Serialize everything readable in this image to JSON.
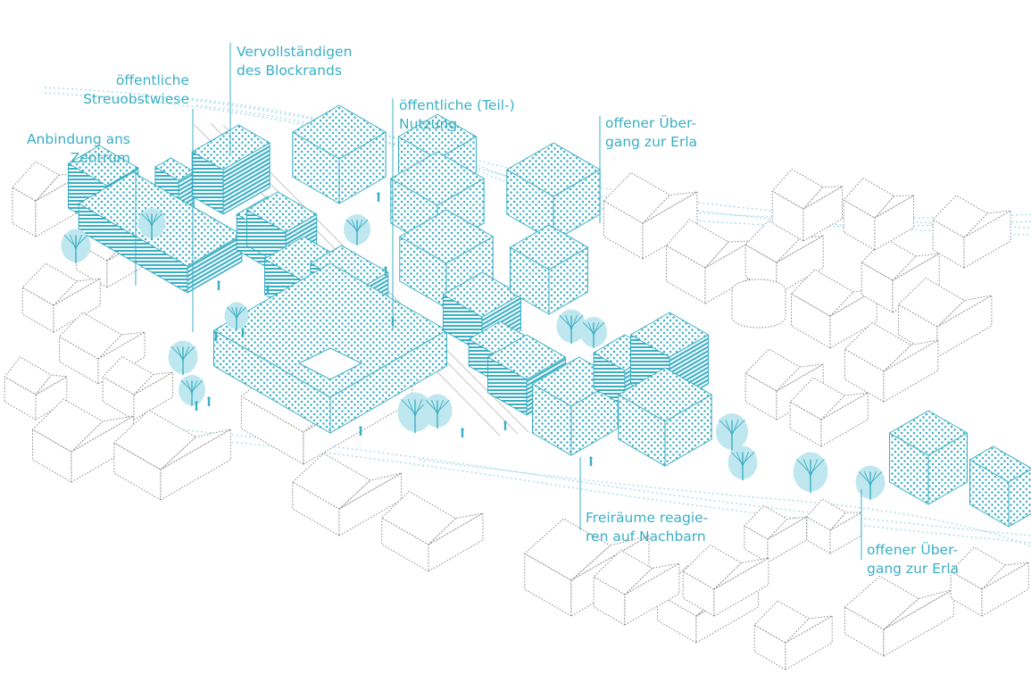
{
  "colors": {
    "accent": "#3aafc4",
    "accent_light": "#9ad8e4",
    "existing_outline": "#8f8f8f",
    "background": "#ffffff"
  },
  "annotations": {
    "anbindung": {
      "line1": "Anbindung ans",
      "line2": "Zentrum"
    },
    "streuobstwiese": {
      "line1": "öffentliche",
      "line2": "Streuobstwiese"
    },
    "blockrand": {
      "line1": "Vervollständigen",
      "line2": "des Blockrands"
    },
    "teilnutzung": {
      "line1": "öffentliche (Teil-)",
      "line2": "Nutzung"
    },
    "uebergang_top": {
      "line1": "offener Über-",
      "line2": "gang zur Erla"
    },
    "freiraeume": {
      "line1": "Freiräume reagie-",
      "line2": "ren auf Nachbarn"
    },
    "uebergang_bottom": {
      "line1": "offener Über-",
      "line2": "gang zur Erla"
    }
  }
}
